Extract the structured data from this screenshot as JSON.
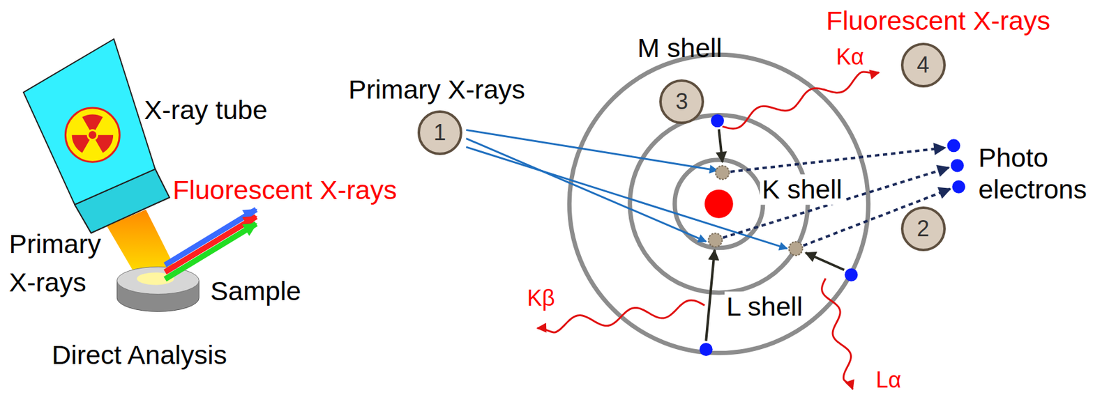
{
  "diagram": {
    "nodes": [
      {
        "text": [
          "1"
        ]
      },
      {
        "text": [
          "2"
        ]
      },
      {
        "text": [
          "3"
        ]
      },
      {
        "text": [
          "4"
        ]
      }
    ],
    "labels": [
      "X-ray tube",
      "Fluorescent X-rays",
      "Primary X-rays",
      "Sample",
      "Direct Analysis",
      "Primary X-rays",
      "M shell",
      "Fluorescent X-rays",
      "Kα",
      "K shell",
      "Photo electrons",
      "L shell",
      "Kβ",
      "Lα"
    ]
  }
}
